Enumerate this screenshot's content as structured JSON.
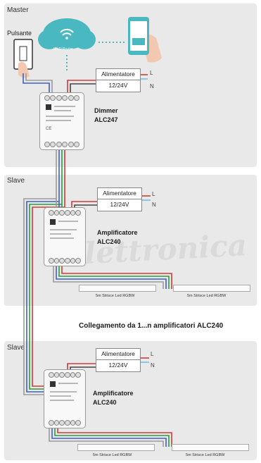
{
  "sections": {
    "master_title": "Master",
    "slave1_title": "Slave",
    "slave2_title": "Slave"
  },
  "labels": {
    "pulsante": "Pulsante",
    "wifi_router": "Wi-Fi Router",
    "link_caption": "Collegamento da 1...n amplificatori ALC240",
    "watermark": "Elettronica"
  },
  "devices": {
    "master": {
      "name": "Dimmer",
      "model": "ALC247"
    },
    "slave1": {
      "name": "Amplificatore",
      "model": "ALC240"
    },
    "slave2": {
      "name": "Amplificatore",
      "model": "ALC240"
    }
  },
  "power_supply": {
    "name": "Alimentatore",
    "voltage": "12/24V",
    "line": "L",
    "neutral": "N"
  },
  "led_strip": {
    "label": "5m Strisce Led RGBW"
  },
  "colors": {
    "panel": "#e9e9e9",
    "wire_red": "#d23a3a",
    "wire_green": "#2c9a3a",
    "wire_blue": "#3a5fc8",
    "wire_gray": "#9a9a9a",
    "wire_white": "#6ec2e6",
    "router_cloud": "#4ab8c1"
  }
}
